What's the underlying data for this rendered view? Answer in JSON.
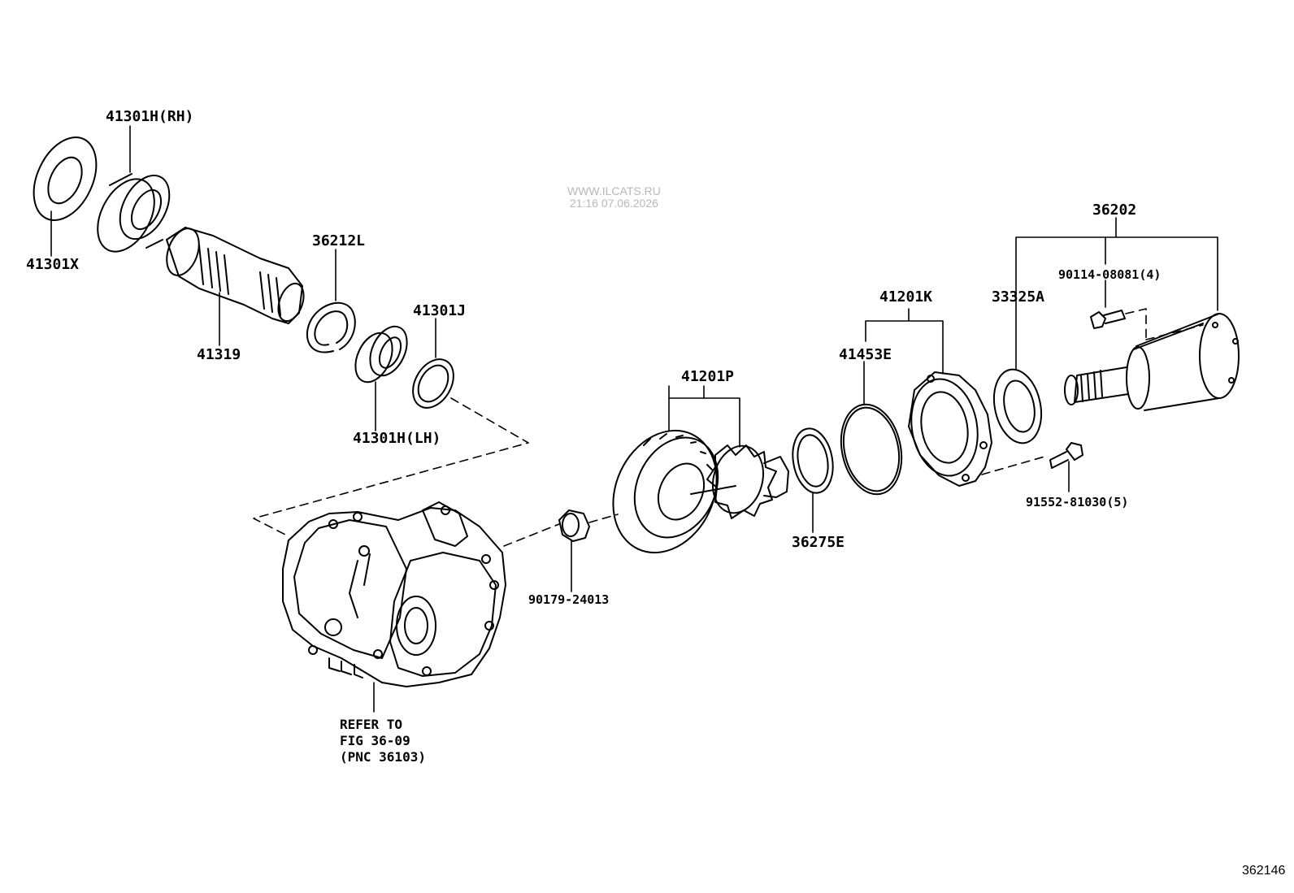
{
  "watermark": {
    "line1": "WWW.ILCATS.RU",
    "line2": "21:16 07.06.2026"
  },
  "figure_number": "362146",
  "refer_note": {
    "line1": "REFER TO",
    "line2": "FIG 36-09",
    "line3": "(PNC 36103)"
  },
  "callouts": {
    "p41301H_RH": "41301H(RH)",
    "p41301X": "41301X",
    "p41319": "41319",
    "p36212L": "36212L",
    "p41301J": "41301J",
    "p41301H_LH": "41301H(LH)",
    "p90179": "90179-24013",
    "p41201P": "41201P",
    "p36275E": "36275E",
    "p41453E": "41453E",
    "p41201K": "41201K",
    "p33325A": "33325A",
    "p36202": "36202",
    "p90114": "90114-08081(4)",
    "p91552": "91552-81030(5)"
  }
}
